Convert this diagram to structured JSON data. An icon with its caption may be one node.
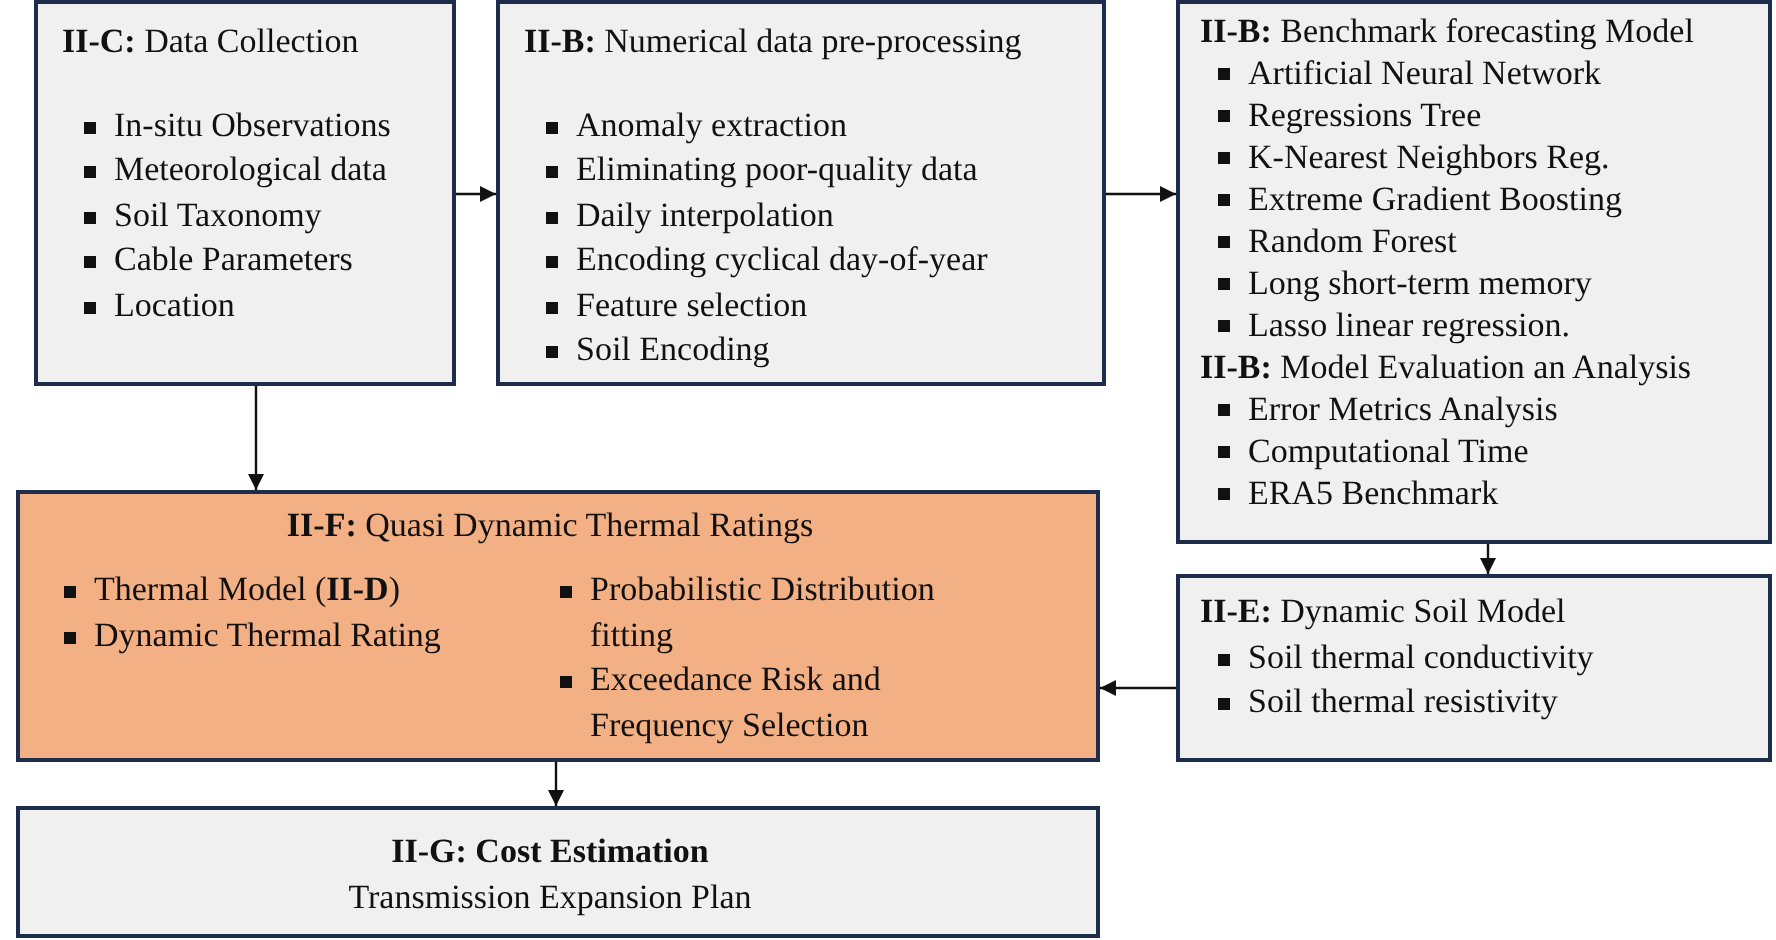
{
  "diagram": {
    "nodes": [
      {
        "text": [
          "**II-C:** Data Collection",
          "In-situ Observations",
          "Meteorological data",
          "Soil Taxonomy",
          "Cable Parameters",
          "Location"
        ]
      },
      {
        "text": [
          "**II-B:** Numerical data pre-processing",
          "Anomaly extraction",
          "Eliminating poor-quality data",
          "Daily interpolation",
          "Encoding cyclical day-of-year",
          "Feature selection",
          "Soil Encoding"
        ]
      },
      {
        "text": [
          "**II-B:** Benchmark forecasting Model",
          "Artificial Neural Network",
          "Regressions Tree",
          " K-Nearest Neighbors Reg.",
          "Extreme Gradient Boosting",
          "Random Forest",
          "Long short-term memory",
          "Lasso linear regression.",
          "**II-B:** Model Evaluation an Analysis",
          "Error Metrics Analysis",
          "Computational Time",
          " ERA5 Benchmark"
        ]
      },
      {
        "text": [
          "**II-F:** Quasi Dynamic Thermal Ratings",
          "Thermal Model (**II-D**)",
          "Dynamic Thermal Rating",
          "Probabilistic Distribution fitting",
          "Exceedance Risk and Frequency Selection"
        ]
      },
      {
        "text": [
          "**II-E:** Dynamic Soil Model",
          "Soil thermal conductivity",
          "Soil thermal resistivity"
        ]
      },
      {
        "text": [
          "II-G: Cost Estimation",
          "Transmission Expansion Plan"
        ]
      }
    ],
    "edges": [
      {
        "from": 0,
        "to": 1,
        "arrow": "to"
      },
      {
        "from": 1,
        "to": 2,
        "arrow": "to"
      },
      {
        "from": 0,
        "to": 3,
        "arrow": "to"
      },
      {
        "from": 2,
        "to": 4,
        "arrow": "to"
      },
      {
        "from": 4,
        "to": 3,
        "arrow": "to"
      },
      {
        "from": 3,
        "to": 5,
        "arrow": "to"
      }
    ]
  }
}
